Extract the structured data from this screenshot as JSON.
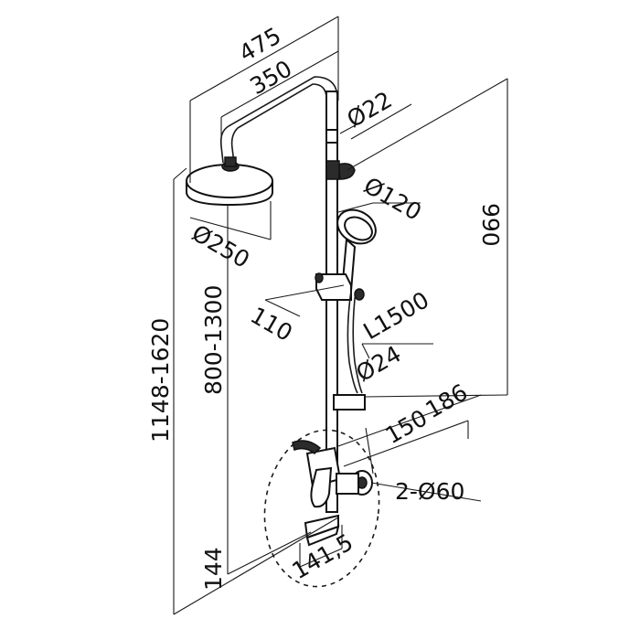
{
  "dimensions": {
    "d475": "475",
    "d350": "350",
    "d22": "Ø22",
    "d120": "Ø120",
    "d250": "Ø250",
    "d990": "990",
    "d110": "110",
    "dL1500": "L1500",
    "d24": "Ø24",
    "d186": "186",
    "d150": "150",
    "d2x60": "2-Ø60",
    "d800_1300": "800-1300",
    "d1148_1620": "1148-1620",
    "d144": "144",
    "d141_5": "141,5"
  }
}
